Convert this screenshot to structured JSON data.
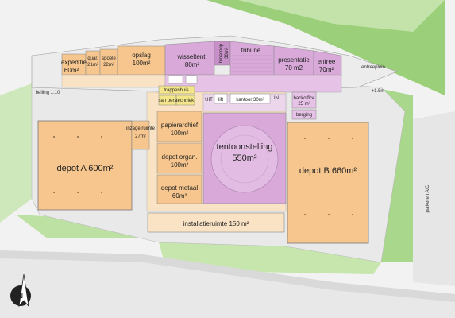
{
  "colors": {
    "depot": "#f6c68e",
    "depot_dark": "#f0b070",
    "purple": "#d9a9d9",
    "purple_light": "#e6c2e6",
    "circulation": "#f9e3c4",
    "service": "#e9e0c8",
    "grass": "#8cc46a",
    "grass_light": "#b8dca0",
    "paving": "#e2e2e2",
    "wall": "#8a8a8a",
    "yellow": "#f3e58a"
  },
  "rooms": {
    "expeditie": {
      "name": "expeditie",
      "area": "60m²"
    },
    "quar": {
      "name": "quar.",
      "area": "21m²"
    },
    "spoele": {
      "name": "spoele",
      "area": "22m²"
    },
    "opslag": {
      "name": "opslag",
      "area": "100m²"
    },
    "wisseltent": {
      "name": "wisseltent.",
      "area": "80m²"
    },
    "bioscoop": {
      "name": "bioscoop",
      "area": "30m²"
    },
    "tribune": {
      "name": "tribune"
    },
    "presentatie": {
      "name": "presentatie",
      "area": "70 m2"
    },
    "entree": {
      "name": "entree",
      "area": "70m²"
    },
    "entreeplein": {
      "name": "entreeplein"
    },
    "helling": {
      "name": "helling 1:10"
    },
    "level": {
      "name": "+1.5m"
    },
    "trappenhuis": {
      "name": "trappenhuis"
    },
    "sanpers": {
      "name": "san pers"
    },
    "techniek": {
      "name": "techniek"
    },
    "uit": {
      "name": "UIT"
    },
    "lift": {
      "name": "lift"
    },
    "kantoor": {
      "name": "kantoor 30m²"
    },
    "in": {
      "name": "IN"
    },
    "backoffice": {
      "name": "backoffice",
      "area": "25 m²"
    },
    "berging": {
      "name": "berging"
    },
    "inzage": {
      "name": "inzage ruimte",
      "area": "27m²"
    },
    "papierarchief": {
      "name": "papierarchief",
      "area": "100m²"
    },
    "depotorgan": {
      "name": "depot organ.",
      "area": "100m²"
    },
    "depotmetaal": {
      "name": "depot metaal",
      "area": "60m²"
    },
    "depotA": {
      "name": "depot A 600m²"
    },
    "tentoonstelling": {
      "name": "tentoonstelling",
      "area": "550m²"
    },
    "depotB": {
      "name": "depot B 660m²"
    },
    "installatie": {
      "name": "installatieruimte 150 m²"
    },
    "parkeren": {
      "name": "parkeren A/C"
    }
  },
  "north": {
    "letter": "N"
  }
}
